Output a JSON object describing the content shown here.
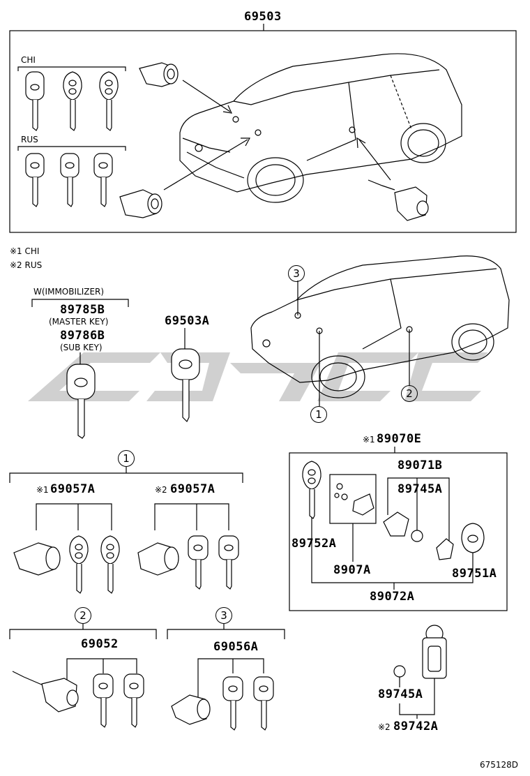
{
  "labels": {
    "main_assembly": "69503",
    "chi_group": "CHI",
    "rus_group": "RUS",
    "note_1": "※1 CHI",
    "note_2": "※2 RUS",
    "immobilizer": "W(IMMOBILIZER)",
    "master_key_pn": "89785B",
    "master_key_desc": "(MASTER KEY)",
    "sub_key_pn": "89786B",
    "sub_key_desc": "(SUB KEY)",
    "key_69503A": "69503A",
    "circle_1": "1",
    "circle_2": "2",
    "circle_3": "3",
    "set_chi_prefix": "※1",
    "set_chi_pn": "69057A",
    "set_rus_prefix": "※2",
    "set_rus_pn": "69057A",
    "door_set_pn": "69052",
    "hood_set_pn": "69056A",
    "transmitter_prefix": "※1",
    "transmitter_pn": "89070E",
    "case_pn": "89071B",
    "battery_pn_a": "89745A",
    "key_pn_89752A": "89752A",
    "board_pn": "8907A",
    "cover_pn": "89751A",
    "transmitter_sub_pn": "89072A",
    "battery_pn_b": "89745A",
    "fob_prefix": "※2",
    "fob_pn": "89742A",
    "drawing_id": "675128D"
  },
  "watermark_color": "#c8c8c8"
}
